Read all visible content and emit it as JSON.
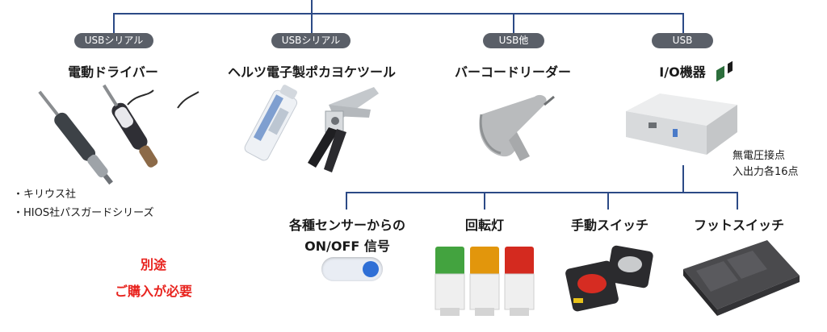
{
  "top_devices": [
    {
      "badge": "USBシリアル",
      "title": "電動ドライバー",
      "icon": "electric-screwdriver-icon"
    },
    {
      "badge": "USBシリアル",
      "title": "ヘルツ電子製ポカヨケツール",
      "icon": "pokayoke-tool-icon"
    },
    {
      "badge": "USB他",
      "title": "バーコードリーダー",
      "icon": "barcode-reader-icon"
    },
    {
      "badge": "USB",
      "title": "I/O機器",
      "icon": "io-device-box-icon"
    }
  ],
  "screwdriver_notes": [
    "・キリウス社",
    "・HIOS社パスガードシリーズ"
  ],
  "separate_purchase": {
    "line1": "別途",
    "line2": "ご購入が必要"
  },
  "io_spec": {
    "line1": "無電圧接点",
    "line2": "入出力各16点"
  },
  "bottom_devices": [
    {
      "title_line1": "各種センサーからの",
      "title_line2": "ON/OFF 信号",
      "icon": "toggle-switch-icon"
    },
    {
      "title_line1": "回転灯",
      "icon": "rotating-light-icon"
    },
    {
      "title_line1": "手動スイッチ",
      "icon": "manual-switch-icon"
    },
    {
      "title_line1": "フットスイッチ",
      "icon": "foot-switch-icon"
    }
  ],
  "colors": {
    "connector_line": "#2c4a86",
    "badge": "#5a5f68",
    "alert_text": "#e8231e"
  }
}
